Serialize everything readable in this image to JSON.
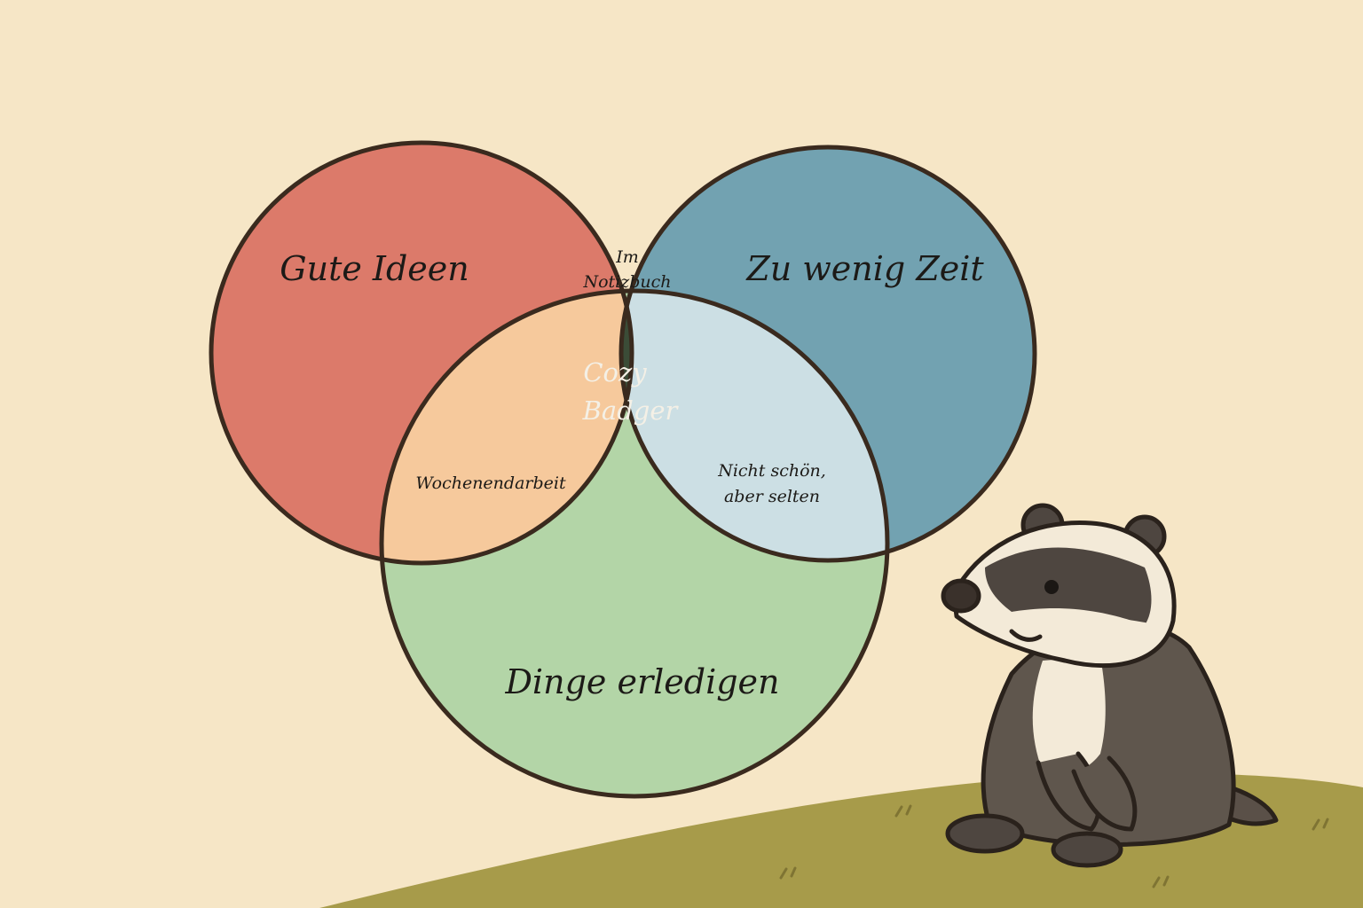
{
  "diagram": {
    "sets": {
      "gute_ideen": "Gute Ideen",
      "zu_wenig_zeit": "Zu wenig Zeit",
      "dinge_erledigen": "Dinge erledigen"
    },
    "intersections": {
      "ideen_zeit": [
        "Im",
        "Notizbuch"
      ],
      "ideen_erledigen": "Wochenendarbeit",
      "zeit_erledigen": [
        "Nicht schön,",
        "aber selten"
      ],
      "center": [
        "Cozy",
        "Badger"
      ]
    },
    "colors": {
      "background": "#f6e6c6",
      "gute_ideen": "#dc7a6a",
      "zu_wenig_zeit": "#72a2b1",
      "dinge_erledigen": "#b3d5a7",
      "ideen_zeit": "#e4939a",
      "ideen_erledigen": "#f6c99c",
      "zeit_erledigen": "#ccdfe4",
      "center": "#3b4c37",
      "outline": "#3a2a1e",
      "hill": "#a79b4a"
    },
    "illustration": "badger"
  }
}
